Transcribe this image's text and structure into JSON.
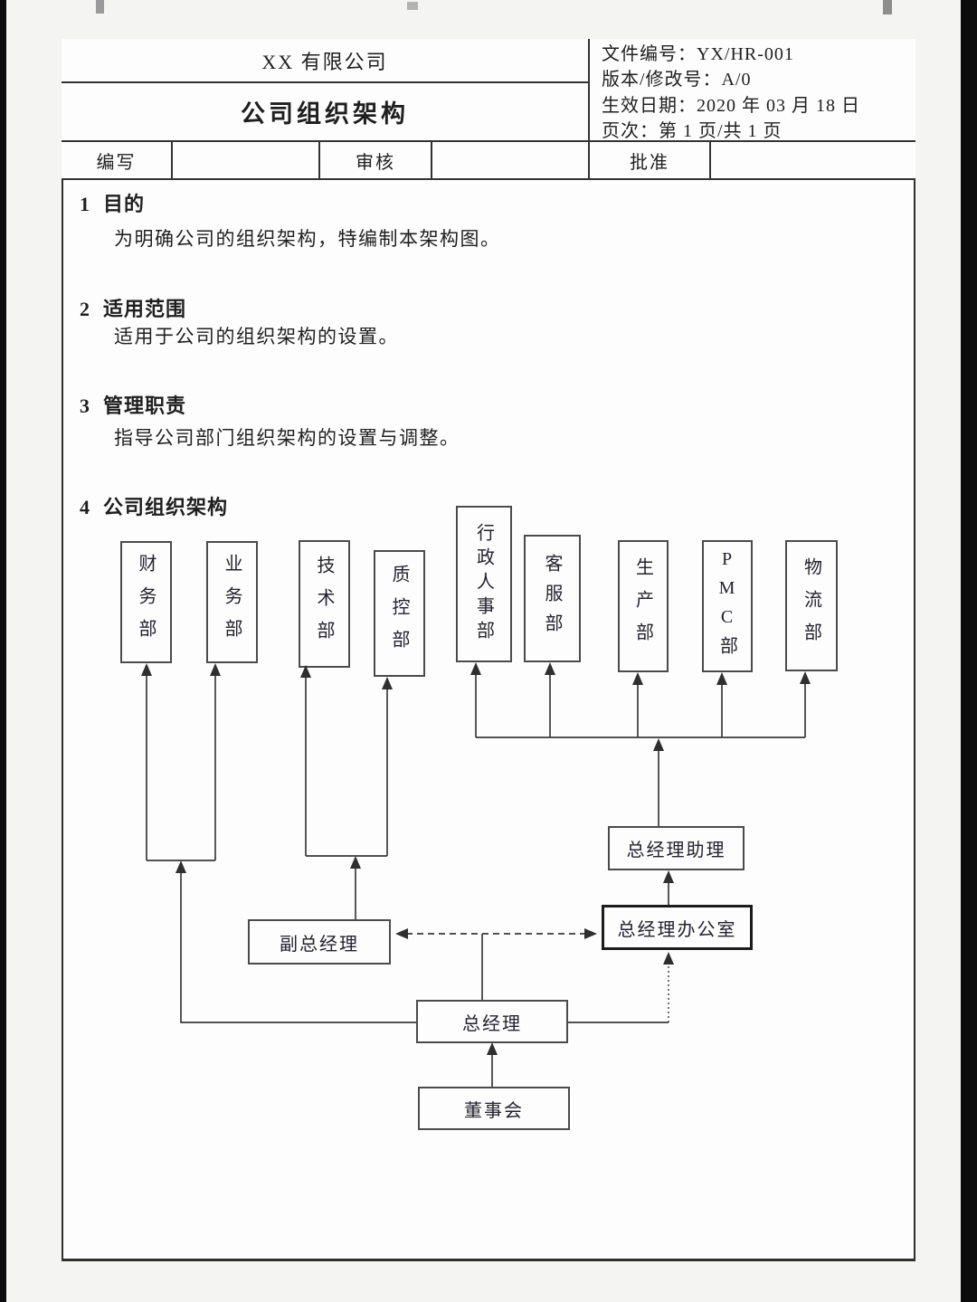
{
  "header": {
    "company_name": "XX 有限公司",
    "doc_title": "公司组织架构",
    "doc_info": {
      "file_no": "文件编号：YX/HR-001",
      "version": "版本/修改号：A/0",
      "effective_date": "生效日期：2020 年 03 月 18 日",
      "page_no": "页次：第 1 页/共 1 页"
    },
    "sign_row": {
      "writer_label": "编写",
      "writer_value": "",
      "reviewer_label": "审核",
      "reviewer_value": "",
      "approver_label": "批准",
      "approver_value": ""
    }
  },
  "sections": [
    {
      "num": "1",
      "title": "目的",
      "body": "为明确公司的组织架构，特编制本架构图。"
    },
    {
      "num": "2",
      "title": "适用范围",
      "body": "适用于公司的组织架构的设置。"
    },
    {
      "num": "3",
      "title": "管理职责",
      "body": "指导公司部门组织架构的设置与调整。"
    },
    {
      "num": "4",
      "title": "公司组织架构",
      "body": ""
    }
  ],
  "org_chart": {
    "departments": [
      "财务部",
      "业务部",
      "技术部",
      "质控部",
      "行政人事部",
      "客服部",
      "生产部",
      "PMC部",
      "物流部"
    ],
    "management": {
      "gm_assistant": "总经理助理",
      "deputy_gm": "副总经理",
      "gm_office": "总经理办公室",
      "gm": "总经理",
      "board": "董事会"
    },
    "edges": [
      {
        "from": "董事会",
        "to": "总经理",
        "style": "solid-arrow"
      },
      {
        "from": "总经理",
        "to": "财务部",
        "style": "solid-arrow"
      },
      {
        "from": "总经理",
        "to": "业务部",
        "style": "solid-arrow"
      },
      {
        "from": "副总经理",
        "to": "技术部",
        "style": "solid-arrow"
      },
      {
        "from": "副总经理",
        "to": "质控部",
        "style": "solid-arrow"
      },
      {
        "from": "副总经理",
        "to": "总经理办公室",
        "style": "dashed-double-arrow"
      },
      {
        "from": "总经理",
        "to": "dashed-link-midpoint",
        "style": "solid-line"
      },
      {
        "from": "总经理",
        "to": "总经理办公室",
        "style": "dotted-arrow"
      },
      {
        "from": "总经理办公室",
        "to": "总经理助理",
        "style": "solid-arrow"
      },
      {
        "from": "总经理助理",
        "to": "行政人事部",
        "style": "solid-arrow"
      },
      {
        "from": "总经理助理",
        "to": "客服部",
        "style": "solid-arrow"
      },
      {
        "from": "总经理助理",
        "to": "生产部",
        "style": "solid-arrow"
      },
      {
        "from": "总经理助理",
        "to": "PMC部",
        "style": "solid-arrow"
      },
      {
        "from": "总经理助理",
        "to": "物流部",
        "style": "solid-arrow"
      }
    ]
  },
  "colors": {
    "text": "#1f1f1f",
    "line": "#3a3a3a",
    "page_bg": "#fdfdfd",
    "margin_bg": "#f4f4f3",
    "edge_strip": "#0c0c0c"
  }
}
